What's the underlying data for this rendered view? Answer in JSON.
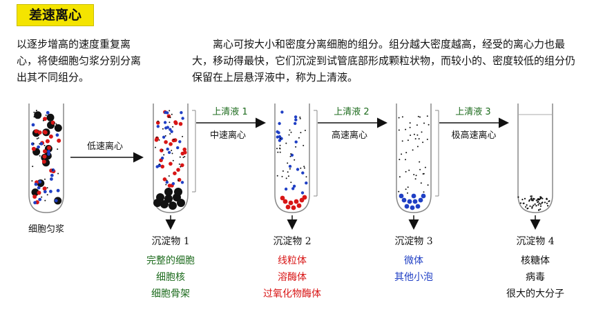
{
  "title": "差速离心",
  "intro": "以逐步增高的速度重复离心，将使细胞匀浆分别分离出其不同组分。",
  "description": "离心可按大小和密度分离细胞的组分。组分越大密度越高，经受的离心力也最大，移动得最快，它们沉淀到试管底部形成颗粒状物，而较小的、密度较低的组分仍保留在上层悬浮液中，称为上清液。",
  "tube_label": "细胞匀浆",
  "steps": [
    {
      "supernatant": "",
      "speed": "低速离心"
    },
    {
      "supernatant": "上清液 1",
      "speed": "中速离心"
    },
    {
      "supernatant": "上清液 2",
      "speed": "高速离心"
    },
    {
      "supernatant": "上清液 3",
      "speed": "极高速离心"
    }
  ],
  "pellets": [
    {
      "name": "沉淀物 1",
      "items": [
        "完整的细胞",
        "细胞核",
        "细胞骨架"
      ],
      "color": "#1d6b1d"
    },
    {
      "name": "沉淀物 2",
      "items": [
        "线粒体",
        "溶酶体",
        "过氧化物酶体"
      ],
      "color": "#d81616"
    },
    {
      "name": "沉淀物 3",
      "items": [
        "微体",
        "其他小泡"
      ],
      "color": "#1f3fc4"
    },
    {
      "name": "沉淀物 4",
      "items": [
        "核糖体",
        "病毒",
        "很大的大分子"
      ],
      "color": "#111111"
    }
  ],
  "colors": {
    "title_bg": "#f4e400",
    "step_label": "#1d6b1d",
    "blue_dot": "#1f3fc4",
    "red_dot": "#d81616",
    "black_dot": "#111111"
  }
}
